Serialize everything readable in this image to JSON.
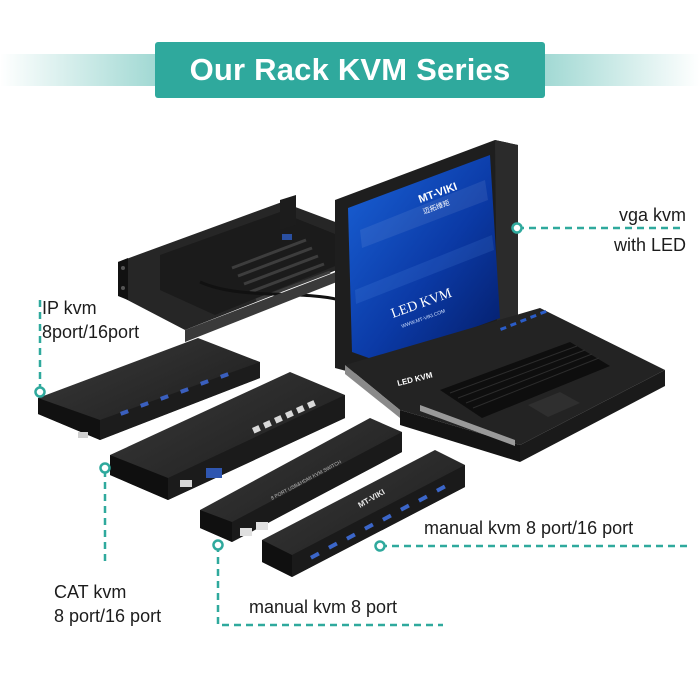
{
  "banner": {
    "title": "Our Rack KVM Series"
  },
  "products": {
    "ip_kvm": {
      "line1": "IP kvm",
      "line2": "8port/16port"
    },
    "vga_kvm": {
      "line1": "vga kvm",
      "line2": "with LED"
    },
    "cat_kvm": {
      "line1": "CAT kvm",
      "line2": "8 port/16 port"
    },
    "manual_kvm_large": {
      "label": "manual kvm 8 port/16 port"
    },
    "manual_kvm_small": {
      "label": "manual kvm 8 port"
    }
  },
  "screen": {
    "brand": "MT-VIKI",
    "brand_sub": "迈拓维矩",
    "text": "LED KVM",
    "url": "WWW.MT-VIKI.COM",
    "bezel_text": "LED  KVM"
  },
  "devices": {
    "hdmi_switch_text": "8 PORT USB&HDMI KVM SWITCH",
    "vga_switch_brand": "MT-VIKI",
    "model_text": "MT-VIKI"
  },
  "colors": {
    "accent": "#2fa99d",
    "device": "#1f1f1f",
    "screen": "#0c3aa8"
  }
}
